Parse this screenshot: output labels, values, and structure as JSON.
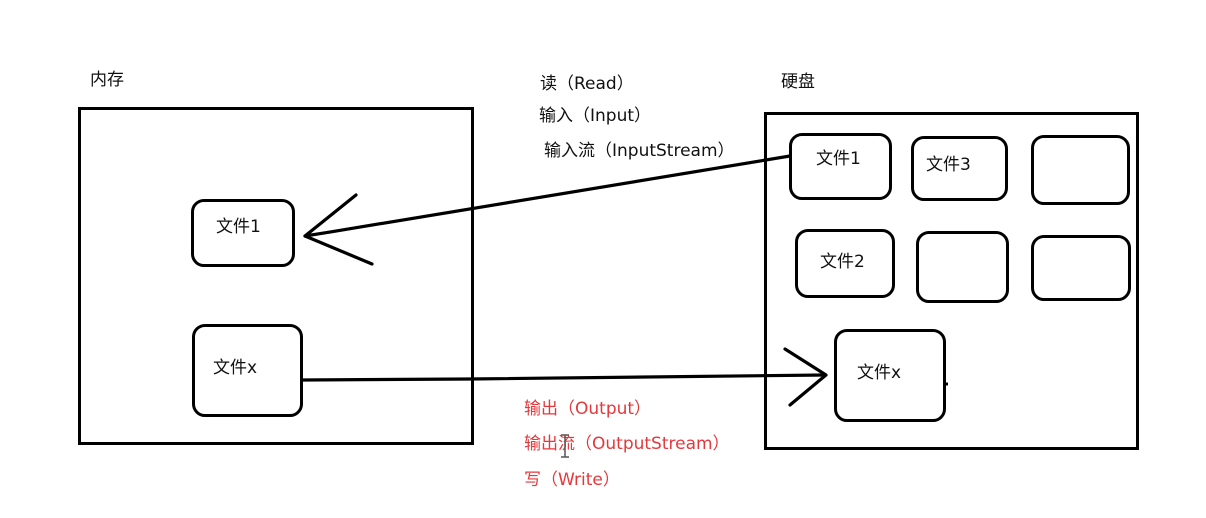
{
  "memory": {
    "title": "内存",
    "files": [
      "文件1",
      "文件x"
    ]
  },
  "disk": {
    "title": "硬盘",
    "files": [
      "文件1",
      "文件3",
      "",
      "文件2",
      "",
      "",
      "文件x"
    ]
  },
  "read_labels": [
    "读（Read）",
    "输入（Input）",
    "输入流（InputStream）"
  ],
  "write_labels": [
    "输出（Output）",
    "输出流（OutputStream）",
    "写（Write）"
  ],
  "colors": {
    "ink": "#000000",
    "write_text": "#e5383b"
  }
}
